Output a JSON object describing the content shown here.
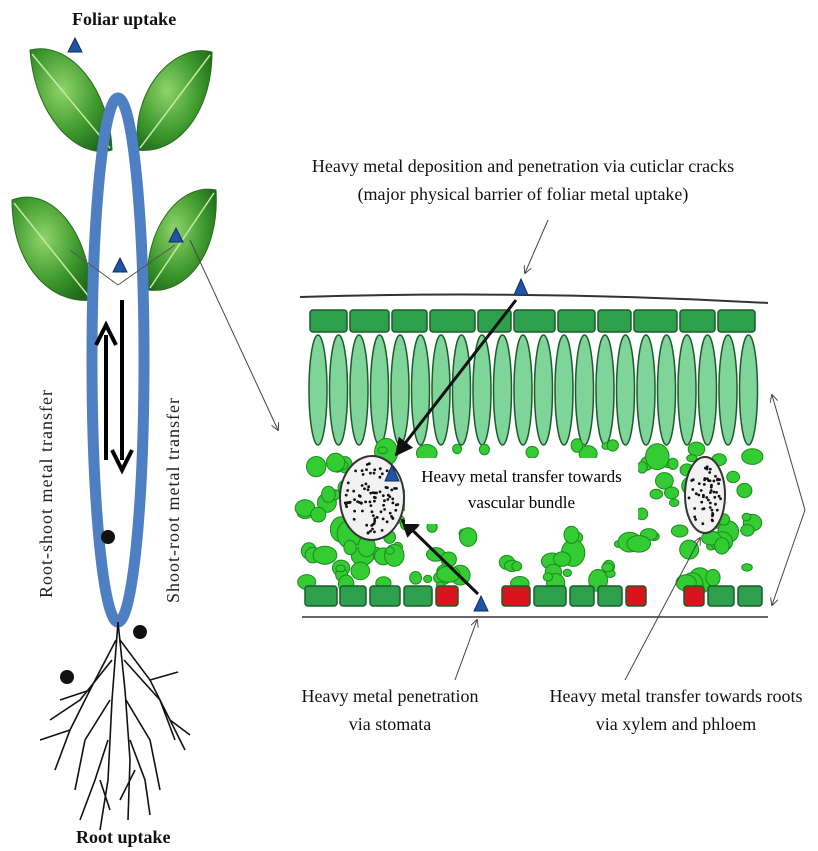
{
  "labels": {
    "foliar_uptake": "Foliar uptake",
    "root_uptake": "Root uptake",
    "root_shoot": "Root-shoot metal transfer",
    "shoot_root": "Shoot-root metal transfer",
    "cuticle_line1": "Heavy metal deposition and penetration via cuticlar cracks",
    "cuticle_line2": "(major physical barrier of foliar metal uptake)",
    "vascular_line1": "Heavy metal transfer towards",
    "vascular_line2": "vascular bundle",
    "stomata_line1": "Heavy metal penetration",
    "stomata_line2": "via stomata",
    "roots_line1": "Heavy metal transfer towards roots",
    "roots_line2": "via  xylem and phloem"
  },
  "colors": {
    "stem": "#4e7fc3",
    "leaf": "#3f9a2e",
    "epidermis": "#2e9f4c",
    "palisade": "#7fd49a",
    "spongy": "#33cc33",
    "guard_cell": "#d9141c",
    "marker": "#1f55a8"
  },
  "icons": {
    "metal_marker": "triangle-marker-icon",
    "metal_particle": "black-dot-icon"
  }
}
